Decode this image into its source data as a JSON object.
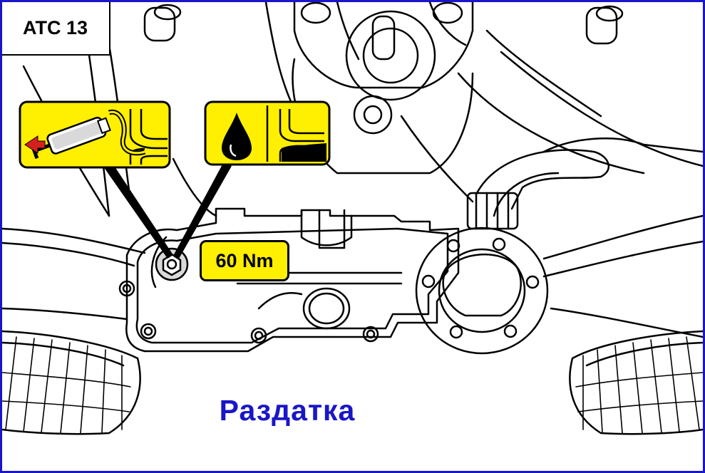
{
  "diagram": {
    "reference_code": "ATC 13",
    "torque_value": "60 Nm",
    "caption": "Раздатка",
    "icons": [
      "oil-extractor-pump-icon",
      "oil-drop-fill-level-icon"
    ],
    "colors": {
      "frame": "#1a16c8",
      "caption": "#1a16c8",
      "callout_fill": "#ffef00",
      "line_art": "#000000"
    }
  }
}
